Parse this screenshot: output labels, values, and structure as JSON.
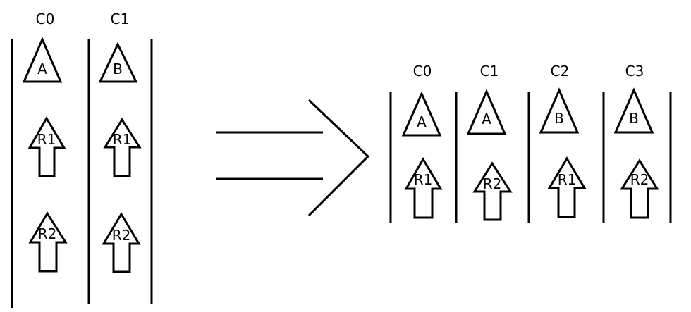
{
  "colors": {
    "ink": "#000000",
    "background": "#ffffff"
  },
  "left": {
    "columns": [
      {
        "header": "C0",
        "triangle": "A",
        "arrows": [
          "R1",
          "R2"
        ]
      },
      {
        "header": "C1",
        "triangle": "B",
        "arrows": [
          "R1",
          "R2"
        ]
      }
    ]
  },
  "right": {
    "columns": [
      {
        "header": "C0",
        "triangle": "A",
        "arrows": [
          "R1"
        ]
      },
      {
        "header": "C1",
        "triangle": "A",
        "arrows": [
          "R2"
        ]
      },
      {
        "header": "C2",
        "triangle": "B",
        "arrows": [
          "R1"
        ]
      },
      {
        "header": "C3",
        "triangle": "B",
        "arrows": [
          "R2"
        ]
      }
    ]
  },
  "transition_icon": "implies-arrow-icon"
}
